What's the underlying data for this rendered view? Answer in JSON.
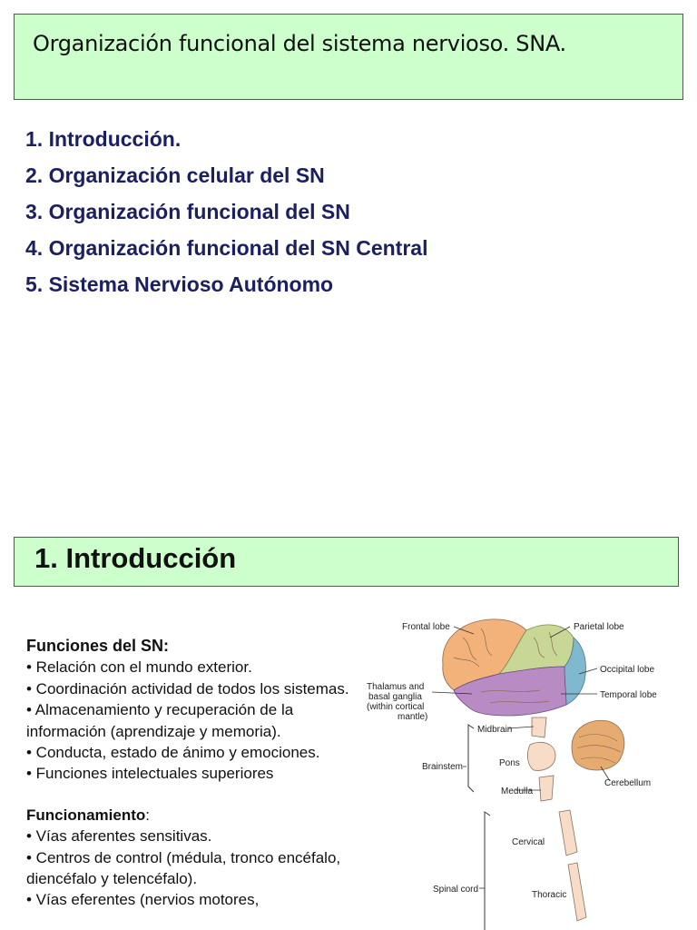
{
  "header": {
    "title": "Organización funcional del sistema nervioso. SNA."
  },
  "toc": {
    "items": [
      "1. Introducción.",
      "2. Organización celular del SN",
      "3. Organización funcional del SN",
      "4. Organización funcional del SN Central",
      "5. Sistema Nervioso Autónomo"
    ]
  },
  "section": {
    "title": "1. Introducción"
  },
  "funciones": {
    "heading": "Funciones del SN:",
    "items": [
      "• Relación con el mundo exterior.",
      "• Coordinación actividad de todos los sistemas.",
      "• Almacenamiento y recuperación de la información (aprendizaje y memoria).",
      "• Conducta, estado de ánimo y emociones.",
      "• Funciones intelectuales superiores"
    ]
  },
  "funcionamiento": {
    "heading": "Funcionamiento",
    "colon": ":",
    "items": [
      "• Vías aferentes sensitivas.",
      "• Centros de control (médula, tronco encéfalo, diencéfalo y telencéfalo).",
      "• Vías eferentes (nervios motores,"
    ]
  },
  "figure": {
    "labels": {
      "frontal": "Frontal lobe",
      "parietal": "Parietal lobe",
      "occipital": "Occipital lobe",
      "temporal": "Temporal lobe",
      "thalamus_1": "Thalamus and",
      "thalamus_2": "basal ganglia",
      "thalamus_3": "(within cortical",
      "thalamus_4": "mantle)",
      "midbrain": "Midbrain",
      "pons": "Pons",
      "medulla": "Medulla",
      "brainstem": "Brainstem",
      "cerebellum": "Cerebellum",
      "cervical": "Cervical",
      "thoracic": "Thoracic",
      "spinal_cord": "Spinal cord"
    },
    "colors": {
      "frontal": "#f2b27a",
      "parietal": "#c9d796",
      "temporal": "#b98bc4",
      "occipital": "#7fb8cf",
      "cerebellum": "#e6ab70",
      "brainstem": "#f7dcc8"
    }
  }
}
